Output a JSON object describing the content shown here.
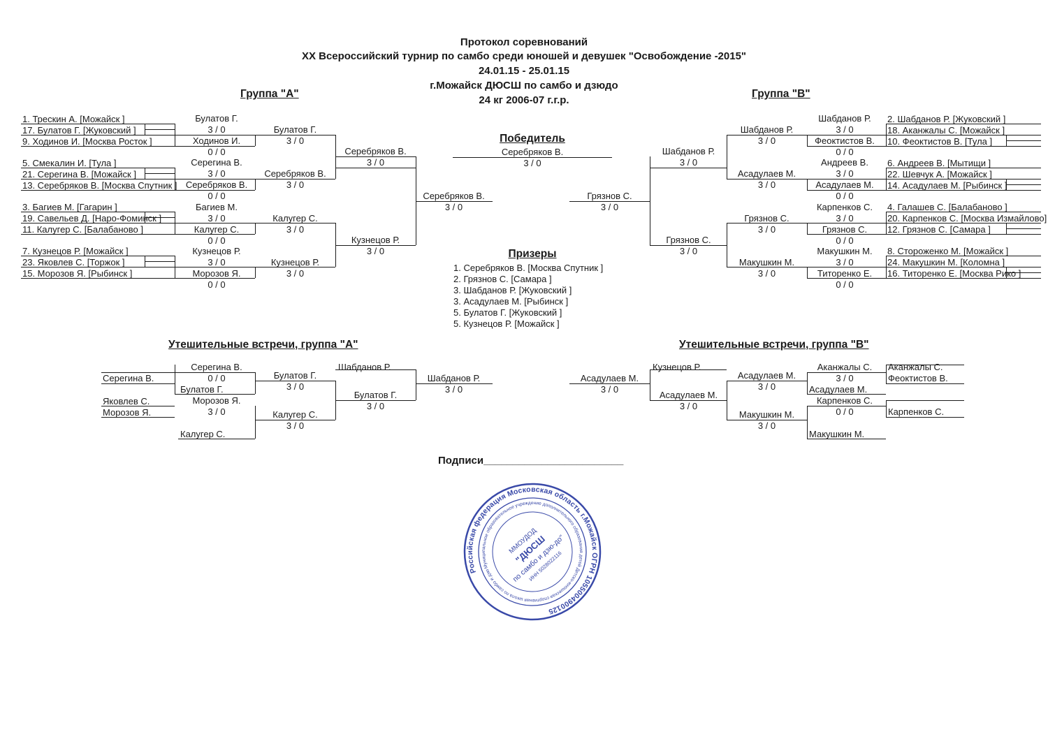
{
  "header": {
    "line1": "Протокол соревнований",
    "line2": "XX Всероссийский турнир по самбо среди юношей и девушек \"Освобождение -2015\"",
    "line3": "24.01.15 - 25.01.15",
    "line4": "г.Можайск ДЮСШ по самбо и дзюдо",
    "line5": "24 кг 2006-07 г.г.р."
  },
  "groupA": {
    "title": "Группа  \"А\"",
    "entrants": [
      "1. Трескин А.  [Можайск   ]",
      "17. Булатов Г.  [Жуковский   ]",
      "9. Ходинов И.  [Москва Росток   ]",
      "5. Смекалин И.  [Тула   ]",
      "21. Серегина В.  [Можайск   ]",
      "13. Серебряков В.  [Москва Спутник ]",
      "3. Багиев М.  [Гагарин   ]",
      "19. Савельев Д.  [Наро-Фоминск ]",
      "11. Калугер С.  [Балабаново   ]",
      "7. Кузнецов Р.  [Можайск   ]",
      "23. Яковлев С.  [Торжок   ]",
      "15. Морозов Я.  [Рыбинск   ]"
    ],
    "r1": [
      {
        "name": "Булатов Г.",
        "score": "3  /  0"
      },
      {
        "name": "Ходинов И.",
        "score": "0  /  0"
      },
      {
        "name": "Серегина В.",
        "score": "3  /  0"
      },
      {
        "name": "Серебряков В.",
        "score": "0  /  0"
      },
      {
        "name": "Багиев М.",
        "score": "3  /  0"
      },
      {
        "name": "Калугер С.",
        "score": "0  /  0"
      },
      {
        "name": "Кузнецов Р.",
        "score": "3  /  0"
      },
      {
        "name": "Морозов Я.",
        "score": "0  /  0"
      }
    ],
    "r2": [
      {
        "name": "Булатов Г.",
        "score": "3  /  0"
      },
      {
        "name": "Серебряков В.",
        "score": "3  /  0"
      },
      {
        "name": "Калугер С.",
        "score": "3  /  0"
      },
      {
        "name": "Кузнецов Р.",
        "score": "3  /  0"
      }
    ],
    "r3": [
      {
        "name": "Серебряков В.",
        "score": "3  /  0"
      },
      {
        "name": "Кузнецов Р.",
        "score": "3  /  0"
      }
    ],
    "final": {
      "name": "Серебряков В.",
      "score": "3  /  0"
    }
  },
  "groupB": {
    "title": "Группа  \"В\"",
    "entrants": [
      "2. Шабданов Р.  [Жуковский   ]",
      "18. Аканжалы С.  [Можайск   ]",
      "10. Феоктистов В.  [Тула   ]",
      "6. Андреев В.  [Мытищи   ]",
      "22. Шевчук А.  [Можайск   ]",
      "14. Асадулаев М.  [Рыбинск   ]",
      "4. Галашев С.  [Балабаново   ]",
      "20. Карпенков С.  [Москва Измайлово]",
      "12. Грязнов С.  [Самара   ]",
      "8. Стороженко М.  [Можайск   ]",
      "24. Макушкин М.  [Коломна   ]",
      "16. Титоренко Е.  [Москва Рико   ]"
    ],
    "r1": [
      {
        "name": "Шабданов Р.",
        "score": "3  /  0"
      },
      {
        "name": "Феоктистов В.",
        "score": "0  /  0"
      },
      {
        "name": "Андреев В.",
        "score": "3  /  0"
      },
      {
        "name": "Асадулаев М.",
        "score": "0  /  0"
      },
      {
        "name": "Карпенков С.",
        "score": "3  /  0"
      },
      {
        "name": "Грязнов С.",
        "score": "0  /  0"
      },
      {
        "name": "Макушкин М.",
        "score": "3  /  0"
      },
      {
        "name": "Титоренко Е.",
        "score": "0  /  0"
      }
    ],
    "r2": [
      {
        "name": "Шабданов Р.",
        "score": "3  /  0"
      },
      {
        "name": "Асадулаев М.",
        "score": "3  /  0"
      },
      {
        "name": "Грязнов С.",
        "score": "3  /  0"
      },
      {
        "name": "Макушкин М.",
        "score": "3  /  0"
      }
    ],
    "r3": [
      {
        "name": "Шабданов Р.",
        "score": "3  /  0"
      },
      {
        "name": "Грязнов С.",
        "score": "3  /  0"
      }
    ],
    "final": {
      "name": "Грязнов С.",
      "score": "3  /  0"
    }
  },
  "winner": {
    "title": "Победитель",
    "name": "Серебряков В.",
    "score": "3  /  0"
  },
  "prizes": {
    "title": "Призеры",
    "list": [
      "1. Серебряков В.    [Москва Спутник   ]",
      "2. Грязнов С.    [Самара   ]",
      "3. Шабданов Р.    [Жуковский   ]",
      "3. Асадулаев М.    [Рыбинск   ]",
      "5. Булатов Г.    [Жуковский   ]",
      "5. Кузнецов Р.    [Можайск   ]"
    ]
  },
  "consA": {
    "title": "Утешительные встречи, группа \"А\"",
    "left1": "Серегина В.",
    "left2": "Яковлев С.",
    "left3": "Морозов Я.",
    "m1": {
      "name": "Серегина В.",
      "score": "0  /  0"
    },
    "m1b": "Булатов Г.",
    "m2": {
      "name": "Морозов Я.",
      "score": "3  /  0"
    },
    "m2b": "Калугер С.",
    "q1": {
      "name": "Булатов Г.",
      "score": "3  /  0"
    },
    "q2": {
      "name": "Калугер С.",
      "score": "3  /  0"
    },
    "s1": "Шабданов Р.",
    "s2": {
      "name": "Булатов Г.",
      "score": "3  /  0"
    },
    "res": {
      "name": "Шабданов Р.",
      "score": "3  /  0"
    }
  },
  "consB": {
    "title": "Утешительные встречи, группа \"В\"",
    "res": {
      "name": "Асадулаев М.",
      "score": "3  /  0"
    },
    "s1": "Кузнецов Р.",
    "s2": {
      "name": "Асадулаев М.",
      "score": "3  /  0"
    },
    "q1": {
      "name": "Асадулаев М.",
      "score": "3  /  0"
    },
    "q2": {
      "name": "Макушкин М.",
      "score": "3  /  0"
    },
    "m1": {
      "name": "Аканжалы С.",
      "score": "3  /  0"
    },
    "m1b": "Асадулаев М.",
    "m2": {
      "name": "Карпенков С.",
      "score": "0  /  0"
    },
    "m2b": "Макушкин М.",
    "right1": "Аканжалы С.",
    "right2": "Феоктистов В.",
    "right3": "Карпенков С."
  },
  "signature": "Подписи________________________",
  "seal": {
    "outer": "Российская федерация Московская область г.Можайск ОГРН 1055004900125",
    "inner": "Муниципальное образовательное учреждение дополнительного образования детей Детско-юношеская спортивная школа по самбо и дзюдо",
    "center1": "ММОУДОД",
    "center2": "\"ДЮСШ",
    "center3": "по самбо и дзю-до\"",
    "inn": "ИНН 5028022116"
  }
}
